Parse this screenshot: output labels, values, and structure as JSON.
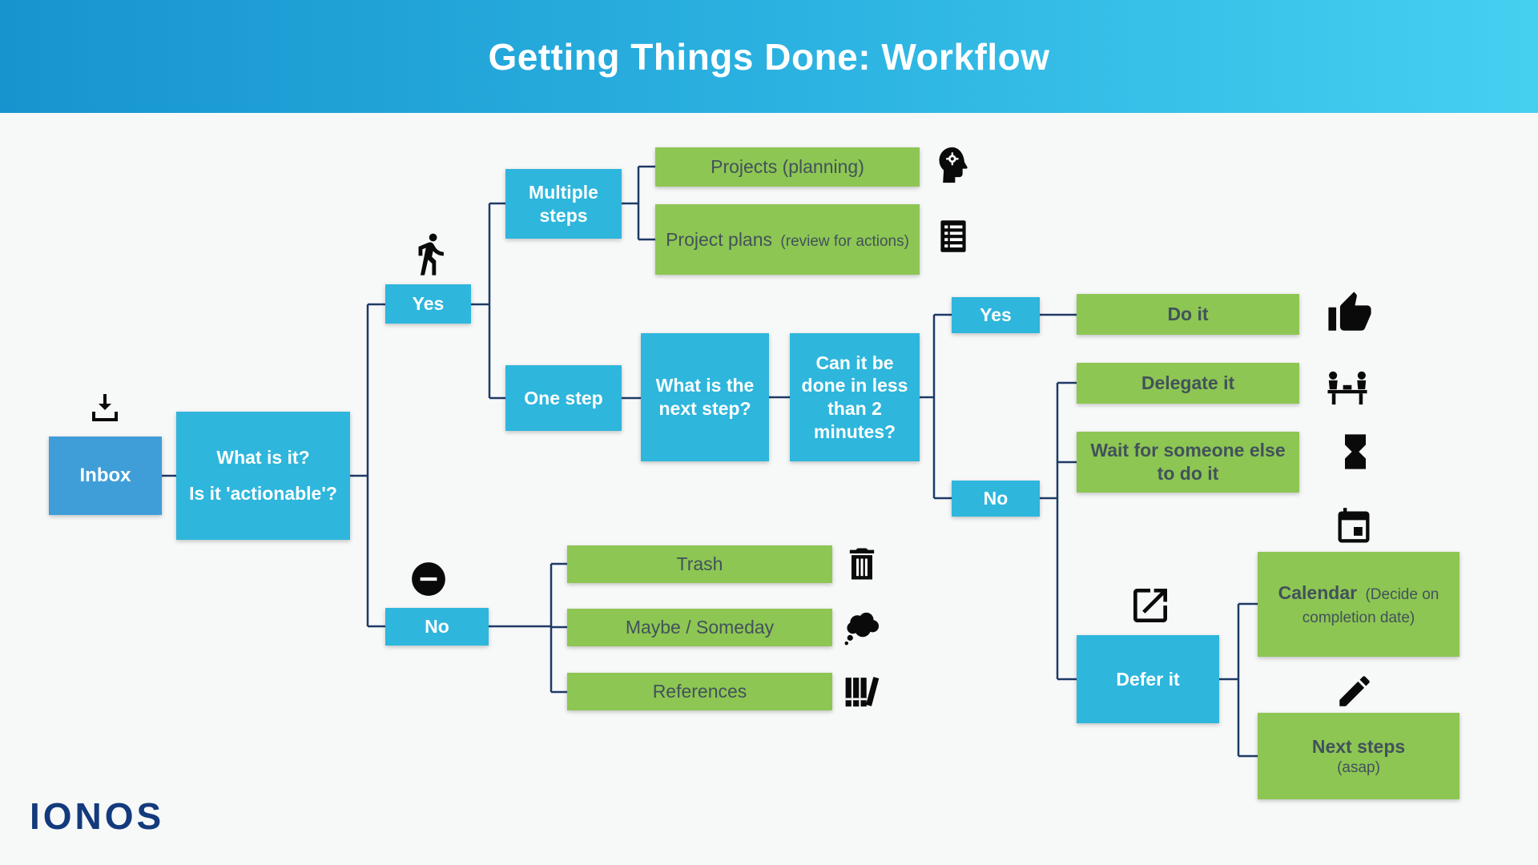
{
  "header": {
    "title": "Getting Things Done: Workflow"
  },
  "brand": {
    "logo_text": "IONOS"
  },
  "colors": {
    "header_gradient_start": "#1794ce",
    "header_gradient_end": "#45d0f0",
    "cyan_box": "#2eb6dc",
    "inbox_blue": "#3f9ed8",
    "green_box": "#8dc653",
    "green_text": "#42525a",
    "connector_line": "#1e3a66",
    "background": "#f7f8f8",
    "logo_navy": "#133a7c"
  },
  "nodes": {
    "inbox": {
      "label": "Inbox",
      "icon": "download-icon"
    },
    "what_is_it": {
      "line1": "What is it?",
      "line2": "Is it 'actionable'?"
    },
    "actionable_yes": {
      "label": "Yes",
      "icon": "walking-person-icon"
    },
    "actionable_no": {
      "label": "No",
      "icon": "no-entry-icon"
    },
    "multiple_steps": {
      "label": "Multiple steps"
    },
    "projects": {
      "label": "Projects (planning)",
      "icon": "head-gears-icon"
    },
    "project_plans": {
      "label": "Project plans",
      "sublabel": "(review for actions)",
      "icon": "checklist-icon"
    },
    "one_step": {
      "label": "One step"
    },
    "what_next": {
      "label": "What is the next step?"
    },
    "two_minutes": {
      "label": "Can it be done in less than 2 minutes?"
    },
    "two_min_yes": {
      "label": "Yes"
    },
    "do_it": {
      "label": "Do it",
      "icon": "thumbs-up-icon"
    },
    "two_min_no": {
      "label": "No"
    },
    "delegate_it": {
      "label": "Delegate it",
      "icon": "delegation-icon"
    },
    "wait_for_someone": {
      "label": "Wait for someone else to do it",
      "icon": "hourglass-icon"
    },
    "defer_it": {
      "label": "Defer it",
      "icon": "share-arrow-icon"
    },
    "calendar": {
      "label": "Calendar",
      "sublabel": "(Decide on completion date)",
      "icon": "calendar-icon"
    },
    "next_steps": {
      "label": "Next steps",
      "sublabel": "(asap)",
      "icon": "pencil-icon"
    },
    "trash": {
      "label": "Trash",
      "icon": "trash-icon"
    },
    "maybe_someday": {
      "label": "Maybe / Someday",
      "icon": "thought-cloud-icon"
    },
    "references": {
      "label": "References",
      "icon": "books-icon"
    }
  },
  "edges": [
    {
      "from": "inbox",
      "to": "what_is_it"
    },
    {
      "from": "what_is_it",
      "to": "actionable_yes"
    },
    {
      "from": "what_is_it",
      "to": "actionable_no"
    },
    {
      "from": "actionable_yes",
      "to": "multiple_steps"
    },
    {
      "from": "actionable_yes",
      "to": "one_step"
    },
    {
      "from": "multiple_steps",
      "to": "projects"
    },
    {
      "from": "multiple_steps",
      "to": "project_plans"
    },
    {
      "from": "one_step",
      "to": "what_next"
    },
    {
      "from": "what_next",
      "to": "two_minutes"
    },
    {
      "from": "two_minutes",
      "to": "two_min_yes"
    },
    {
      "from": "two_minutes",
      "to": "two_min_no"
    },
    {
      "from": "two_min_yes",
      "to": "do_it"
    },
    {
      "from": "two_min_no",
      "to": "delegate_it"
    },
    {
      "from": "two_min_no",
      "to": "wait_for_someone"
    },
    {
      "from": "two_min_no",
      "to": "defer_it"
    },
    {
      "from": "defer_it",
      "to": "calendar"
    },
    {
      "from": "defer_it",
      "to": "next_steps"
    },
    {
      "from": "actionable_no",
      "to": "trash"
    },
    {
      "from": "actionable_no",
      "to": "maybe_someday"
    },
    {
      "from": "actionable_no",
      "to": "references"
    }
  ]
}
